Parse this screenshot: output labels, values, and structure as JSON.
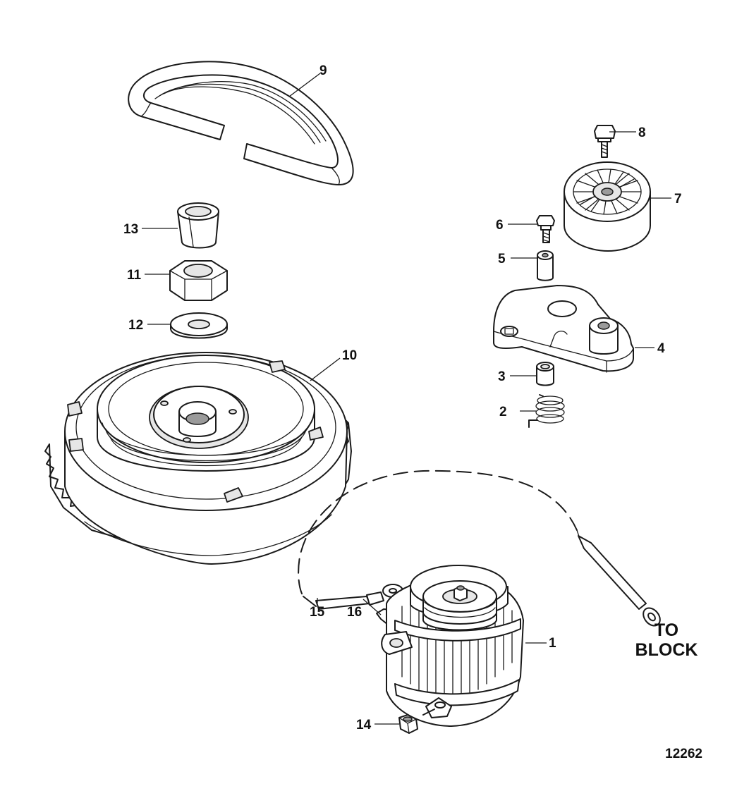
{
  "diagram": {
    "figure_number": "12262",
    "note_lines": [
      "TO",
      "BLOCK"
    ],
    "callouts": [
      {
        "id": "c1",
        "label": "1"
      },
      {
        "id": "c2",
        "label": "2"
      },
      {
        "id": "c3",
        "label": "3"
      },
      {
        "id": "c4",
        "label": "4"
      },
      {
        "id": "c5",
        "label": "5"
      },
      {
        "id": "c6",
        "label": "6"
      },
      {
        "id": "c7",
        "label": "7"
      },
      {
        "id": "c8",
        "label": "8"
      },
      {
        "id": "c9",
        "label": "9"
      },
      {
        "id": "c10",
        "label": "10"
      },
      {
        "id": "c11",
        "label": "11"
      },
      {
        "id": "c12",
        "label": "12"
      },
      {
        "id": "c13",
        "label": "13"
      },
      {
        "id": "c14",
        "label": "14"
      },
      {
        "id": "c15",
        "label": "15"
      },
      {
        "id": "c16",
        "label": "16"
      }
    ]
  }
}
